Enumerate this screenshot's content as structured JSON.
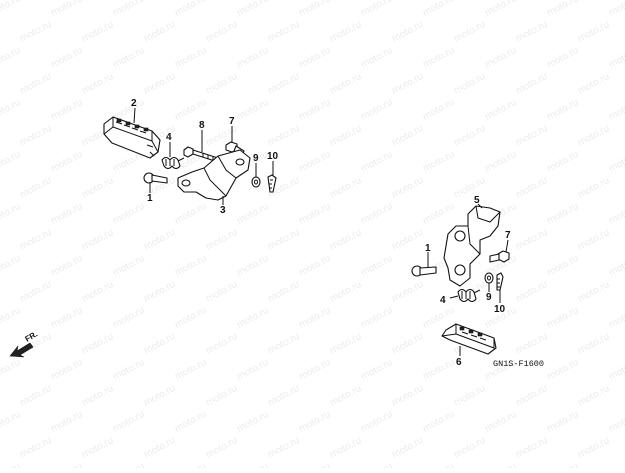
{
  "watermark": {
    "text": "moto.ru"
  },
  "diagram": {
    "code": "GN1S-F1600",
    "direction_label": "FR.",
    "callouts_left": [
      {
        "id": "2",
        "label": "2"
      },
      {
        "id": "4",
        "label": "4"
      },
      {
        "id": "8",
        "label": "8"
      },
      {
        "id": "7",
        "label": "7"
      },
      {
        "id": "9",
        "label": "9"
      },
      {
        "id": "10",
        "label": "10"
      },
      {
        "id": "1",
        "label": "1"
      },
      {
        "id": "3",
        "label": "3"
      }
    ],
    "callouts_right": [
      {
        "id": "5",
        "label": "5"
      },
      {
        "id": "1",
        "label": "1"
      },
      {
        "id": "7",
        "label": "7"
      },
      {
        "id": "4",
        "label": "4"
      },
      {
        "id": "9",
        "label": "9"
      },
      {
        "id": "10",
        "label": "10"
      },
      {
        "id": "6",
        "label": "6"
      }
    ]
  }
}
